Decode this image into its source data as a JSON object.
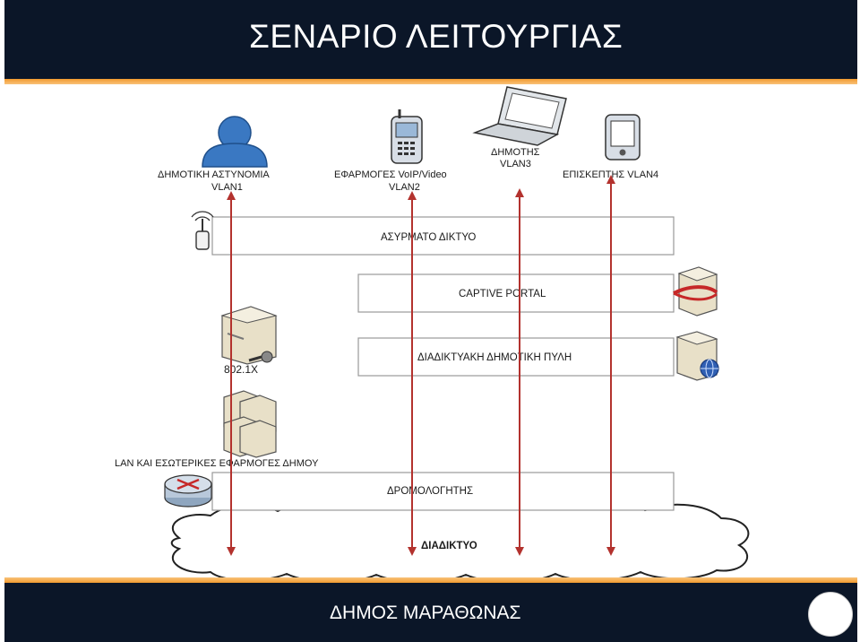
{
  "header": {
    "title": "ΣΕΝΑΡΙΟ ΛΕΙΤΟΥΡΓΙΑΣ"
  },
  "footer": {
    "text": "ΔΗΜΟΣ ΜΑΡΑΘΩΝΑΣ"
  },
  "clients": {
    "police": {
      "line1": "ΔΗΜΟΤΙΚΗ ΑΣΤΥΝΟΜΙΑ",
      "line2": "VLAN1"
    },
    "voip": {
      "line1": "ΕΦΑΡΜΟΓΕΣ VoIP/Video",
      "line2": "VLAN2"
    },
    "citizen": {
      "line1": "ΔΗΜΟΤΗΣ",
      "line2": "VLAN3"
    },
    "visitor": {
      "line1": "ΕΠΙΣΚΕΠΤΗΣ VLAN4"
    }
  },
  "layers": {
    "wireless": "ΑΣΥΡΜΑΤΟ ΔΙΚΤΥΟ",
    "captive": "CAPTIVE PORTAL",
    "portal": "ΔΙΑΔΙΚΤΥΑΚΗ ΔΗΜΟΤΙΚΗ ΠΥΛΗ",
    "router": "ΔΡΟΜΟΛΟΓΗΤΗΣ",
    "internet": "ΔΙΑΔΙΚΤΥΟ"
  },
  "servers": {
    "auth": "802.1X",
    "lan": "LAN ΚΑΙ ΕΣΩΤΕΡΙΚΕΣ ΕΦΑΡΜΟΓΕΣ ΔΗΜΟΥ"
  },
  "colors": {
    "arrow": "#b3322e",
    "header": "#0b1628",
    "accent": "#f39a2e"
  }
}
